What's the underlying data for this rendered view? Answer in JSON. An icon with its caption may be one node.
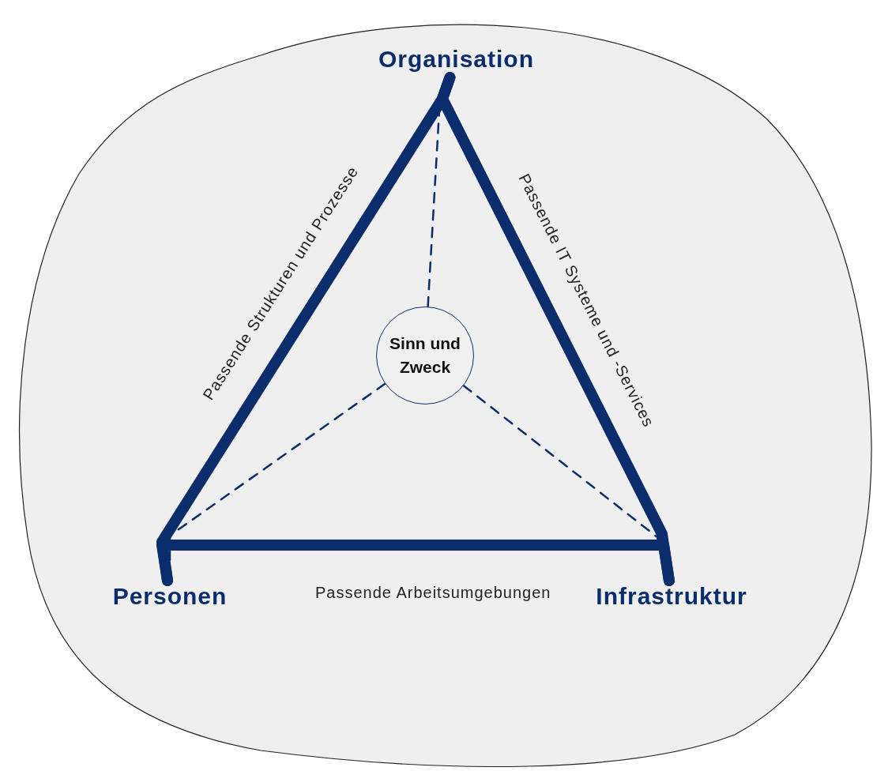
{
  "diagram": {
    "nodes": [
      {
        "text": [
          "Organisation"
        ]
      },
      {
        "text": [
          "Personen"
        ]
      },
      {
        "text": [
          "Infrastruktur"
        ]
      },
      {
        "text": [
          "Sinn und Zweck"
        ]
      }
    ],
    "edges": [
      {
        "from": 0,
        "to": 1,
        "arrow": "none",
        "label": "Passende Strukturen und Prozesse",
        "style": "thick"
      },
      {
        "from": 0,
        "to": 2,
        "arrow": "none",
        "label": "Passende IT Systeme und -Services",
        "style": "thick"
      },
      {
        "from": 1,
        "to": 2,
        "arrow": "none",
        "label": "Passende Arbeitsumgebungen",
        "style": "thick"
      },
      {
        "from": 3,
        "to": 0,
        "arrow": "none",
        "style": "dashed"
      },
      {
        "from": 3,
        "to": 1,
        "arrow": "none",
        "style": "dashed"
      },
      {
        "from": 3,
        "to": 2,
        "arrow": "none",
        "style": "dashed"
      }
    ]
  }
}
